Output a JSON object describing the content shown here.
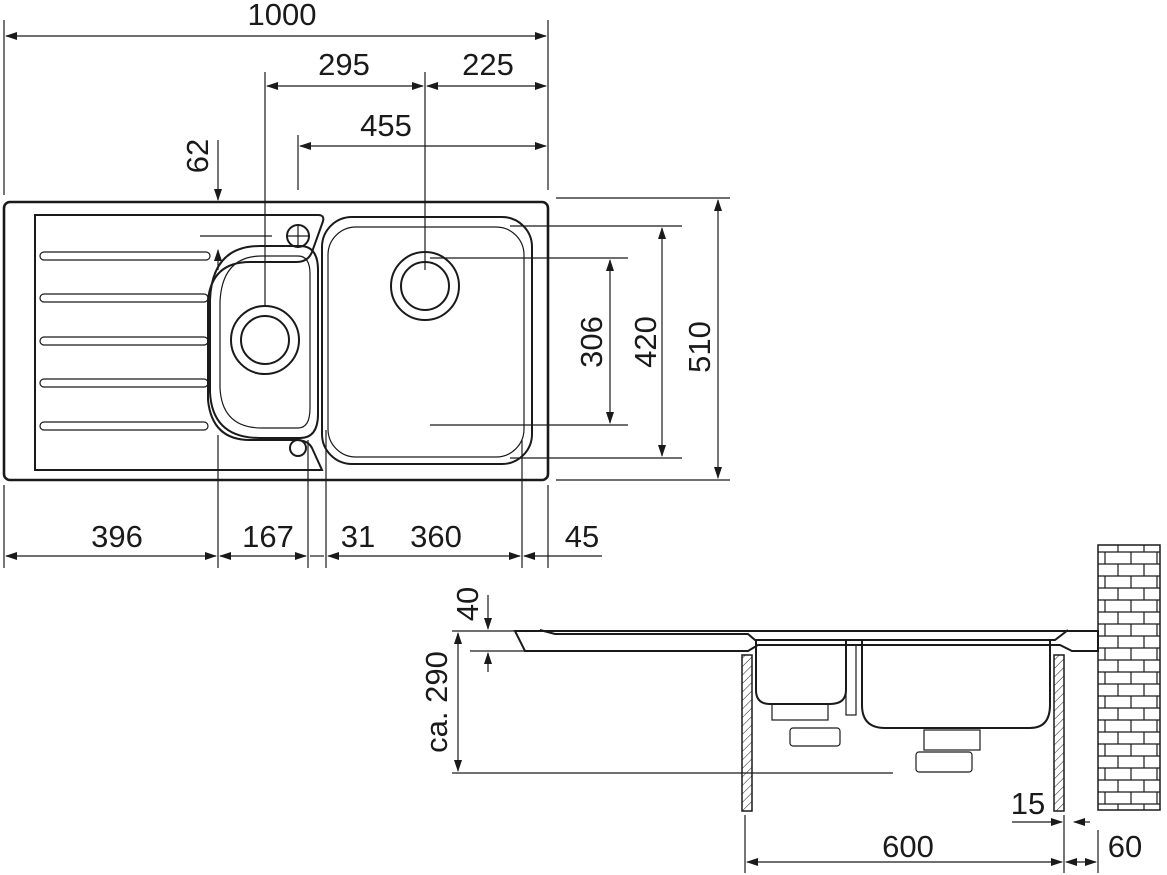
{
  "plan_view": {
    "overall_width": "1000",
    "bowl_center_spacing": "295",
    "right_offset": "225",
    "main_bowl_axis": "455",
    "tap_hole_offset": "62",
    "depth_inner": "306",
    "depth_bowl": "420",
    "depth_overall": "510",
    "bottom_dims": [
      "396",
      "167",
      "31",
      "360",
      "45"
    ]
  },
  "side_view": {
    "rim_thickness": "40",
    "installed_depth": "ca. 290",
    "wall_offset": "15",
    "cabinet_width": "600",
    "wall_gap": "60"
  }
}
